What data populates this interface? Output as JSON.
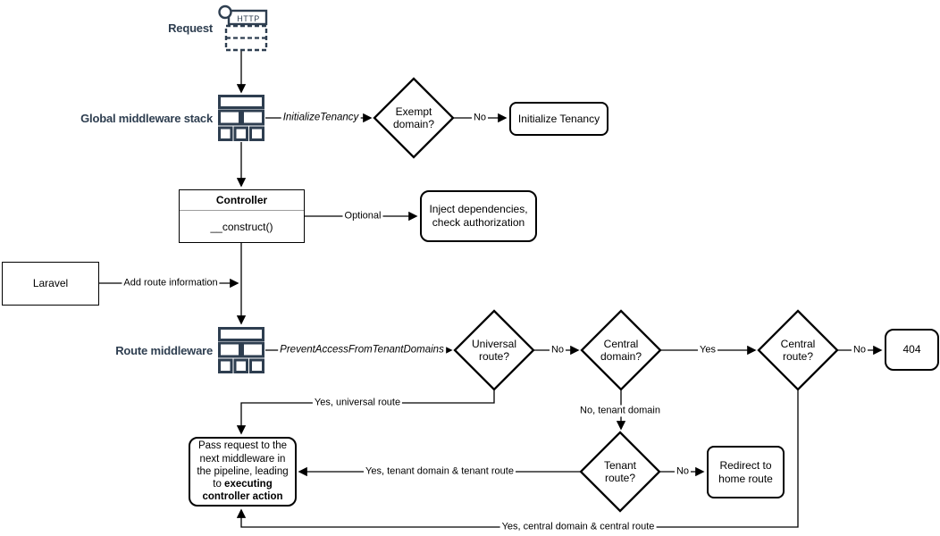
{
  "colors": {
    "icon_accent": "#2e3e50",
    "edge": "#000000",
    "node_border": "#000000",
    "background": "#ffffff"
  },
  "nodes": {
    "request": {
      "label": "Request",
      "icon_text": "HTTP"
    },
    "global_middleware": {
      "label": "Global middleware stack"
    },
    "exempt_domain": {
      "line1": "Exempt",
      "line2": "domain?"
    },
    "initialize_tenancy": {
      "label": "Initialize Tenancy"
    },
    "controller": {
      "title": "Controller",
      "method": "__construct()"
    },
    "inject": {
      "line1": "Inject dependencies,",
      "line2": "check authorization"
    },
    "laravel": {
      "label": "Laravel"
    },
    "route_middleware": {
      "label": "Route middleware"
    },
    "universal_route": {
      "line1": "Universal",
      "line2": "route?"
    },
    "central_domain": {
      "line1": "Central",
      "line2": "domain?"
    },
    "central_route": {
      "line1": "Central",
      "line2": "route?"
    },
    "not_found": {
      "label": "404"
    },
    "tenant_route": {
      "line1": "Tenant",
      "line2": "route?"
    },
    "redirect_home": {
      "line1": "Redirect to",
      "line2": "home route"
    },
    "pass_request": {
      "line1": "Pass request to the",
      "line2": "next middleware in",
      "line3": "the pipeline, leading",
      "line4_prefix": "to ",
      "line4_bold": "executing",
      "line5_bold": "controller action"
    }
  },
  "edge_labels": {
    "initialize_tenancy_middleware": "InitializeTenancy",
    "exempt_no": "No",
    "optional": "Optional",
    "add_route_information": "Add route information",
    "prevent_access_middleware": "PreventAccessFromTenantDomains",
    "universal_no": "No",
    "central_domain_yes": "Yes",
    "central_route_no": "No",
    "yes_universal_route": "Yes, universal route",
    "no_tenant_domain": "No, tenant domain",
    "tenant_route_no": "No",
    "yes_tenant_domain_route": "Yes, tenant domain & tenant route",
    "yes_central_domain_route": "Yes, central domain & central route"
  }
}
